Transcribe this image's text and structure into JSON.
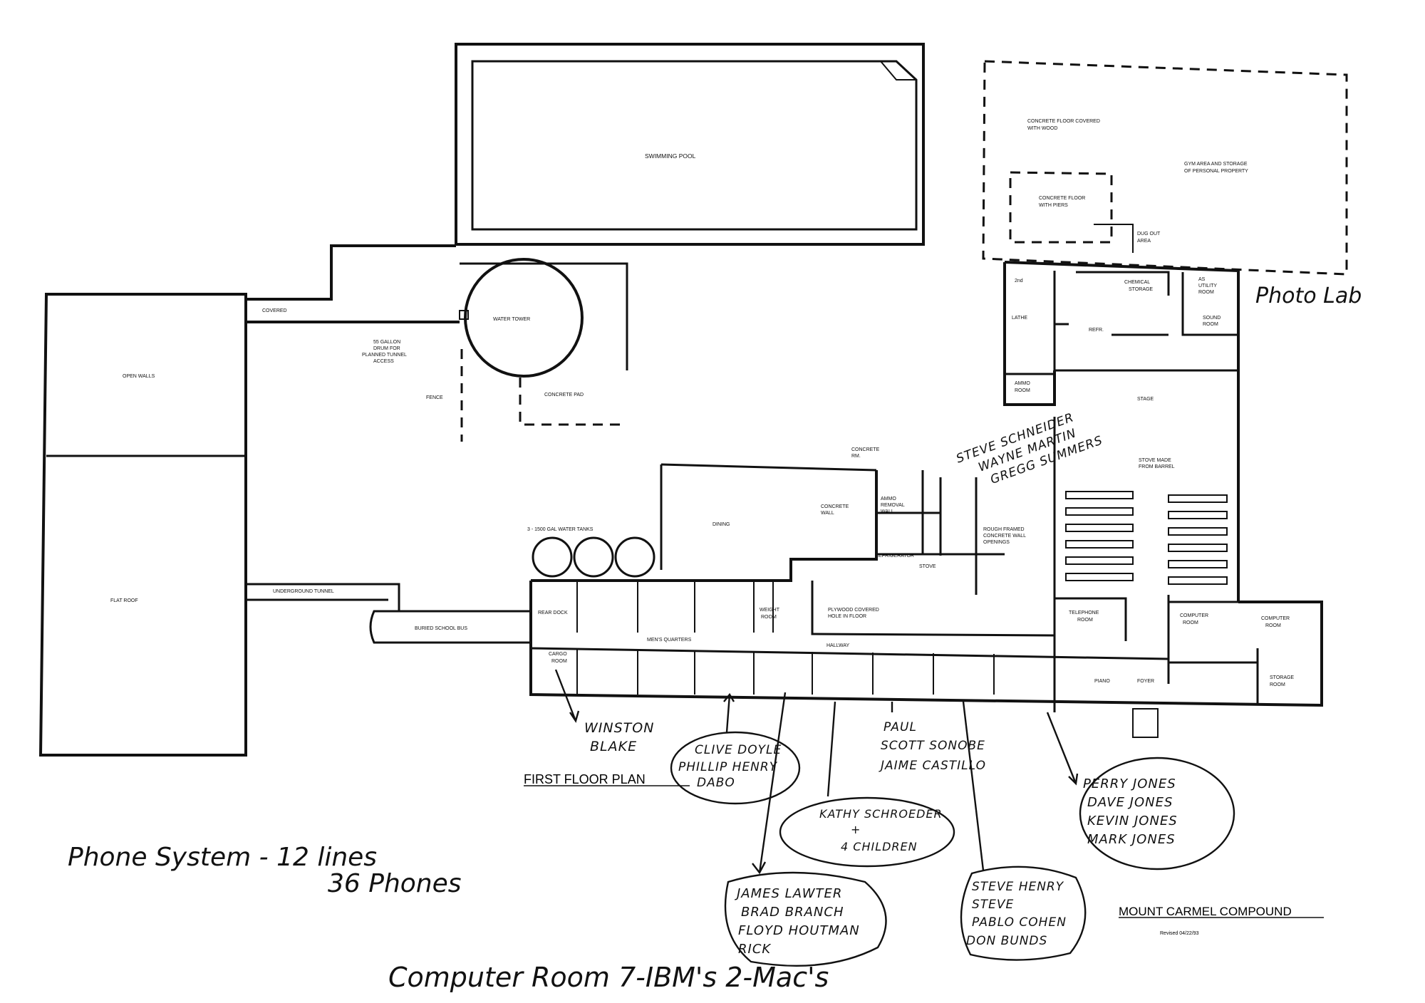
{
  "plan": {
    "title": "MOUNT CARMEL COMPOUND",
    "revised": "Revised 04/22/93",
    "floor_label": "FIRST FLOOR PLAN"
  },
  "areas": {
    "swimming_pool": "SWIMMING POOL",
    "concrete_floor_wood_1": "CONCRETE FLOOR COVERED",
    "concrete_floor_wood_2": "WITH WOOD",
    "gym_1": "GYM AREA AND STORAGE",
    "gym_2": "OF PERSONAL PROPERTY",
    "concrete_piers_1": "CONCRETE FLOOR",
    "concrete_piers_2": "WITH PIERS",
    "dug_out_1": "DUG OUT",
    "dug_out_2": "AREA",
    "chemical_storage_1": "CHEMICAL",
    "chemical_storage_2": "STORAGE",
    "photo_room_1": "AS",
    "photo_room_2": "UTILITY",
    "photo_room_3": "ROOM",
    "sound_room_1": "SOUND",
    "sound_room_2": "ROOM",
    "lathe": "LATHE",
    "ammo_room_1": "AMMO",
    "ammo_room_2": "ROOM",
    "stage": "STAGE",
    "covered": "COVERED",
    "water_tower": "WATER TOWER",
    "drum_1": "55 GALLON",
    "drum_2": "DRUM FOR",
    "drum_3": "PLANNED TUNNEL",
    "drum_4": "ACCESS",
    "fence": "FENCE",
    "concrete_pad": "CONCRETE PAD",
    "open_walls": "OPEN WALLS",
    "flat_roof": "FLAT ROOF",
    "underground_tunnel": "UNDERGROUND TUNNEL",
    "buried_bus": "BURIED SCHOOL BUS",
    "water_tanks": "3 - 1500 GAL WATER TANKS",
    "dining": "DINING",
    "concrete_rm_1": "CONCRETE",
    "concrete_rm_2": "RM.",
    "concrete_wall_1": "CONCRETE",
    "concrete_wall_2": "WALL",
    "ammo_removal_1": "AMMO",
    "ammo_removal_2": "REMOVAL",
    "ammo_removal_3": "WALL",
    "refrigerator": "REFRIGERATOR",
    "stove": "STOVE",
    "rough_framed_1": "ROUGH FRAMED",
    "rough_framed_2": "CONCRETE WALL",
    "rough_framed_3": "OPENINGS",
    "stove_barrel_1": "STOVE MADE",
    "stove_barrel_2": "FROM BARREL",
    "plywood_1": "PLYWOOD COVERED",
    "plywood_2": "HOLE IN FLOOR",
    "telephone_1": "TELEPHONE",
    "telephone_2": "ROOM",
    "computer_room_1": "COMPUTER",
    "computer_room_2": "ROOM",
    "computer_room_b1": "COMPUTER",
    "computer_room_b2": "ROOM",
    "storage_room_1": "STORAGE",
    "storage_room_2": "ROOM",
    "rear_dock": "REAR DOCK",
    "weight_room_1": "WEIGHT",
    "weight_room_2": "ROOM",
    "mens_quarters": "MEN'S QUARTERS",
    "hallway": "HALLWAY",
    "cargo_room_1": "CARGO",
    "cargo_room_2": "ROOM",
    "piano": "PIANO",
    "foyer": "FOYER",
    "refr": "REFR."
  },
  "annotations": {
    "photo_lab": "Photo Lab",
    "steve_schneider": "STEVE SCHNEIDER",
    "wayne_martin": "WAYNE MARTIN",
    "gregg_summers": "GREGG SUMMERS",
    "winston_1": "WINSTON",
    "winston_2": "BLAKE",
    "clive_1": "CLIVE DOYLE",
    "clive_2": "PHILLIP HENRY",
    "clive_3": "DABO",
    "paul_1": "PAUL",
    "paul_2": "SCOTT SONOBE",
    "paul_3": "JAIME CASTILLO",
    "kathy_1": "KATHY SCHROEDER",
    "kathy_2": "+",
    "kathy_3": "4 CHILDREN",
    "perry_1": "PERRY JONES",
    "perry_2": "DAVE JONES",
    "perry_3": "KEVIN JONES",
    "perry_4": "MARK JONES",
    "james_1": "JAMES LAWTER",
    "james_2": "BRAD BRANCH",
    "james_3": "FLOYD HOUTMAN",
    "james_4": "RICK",
    "steve_1": "STEVE HENRY",
    "steve_2": "STEVE",
    "steve_3": "PABLO COHEN",
    "steve_4": "DON BUNDS",
    "phone_1": "Phone System - 12 lines",
    "phone_2": "36 Phones",
    "computer_note": "Computer Room  7-IBM's   2-Mac's"
  }
}
